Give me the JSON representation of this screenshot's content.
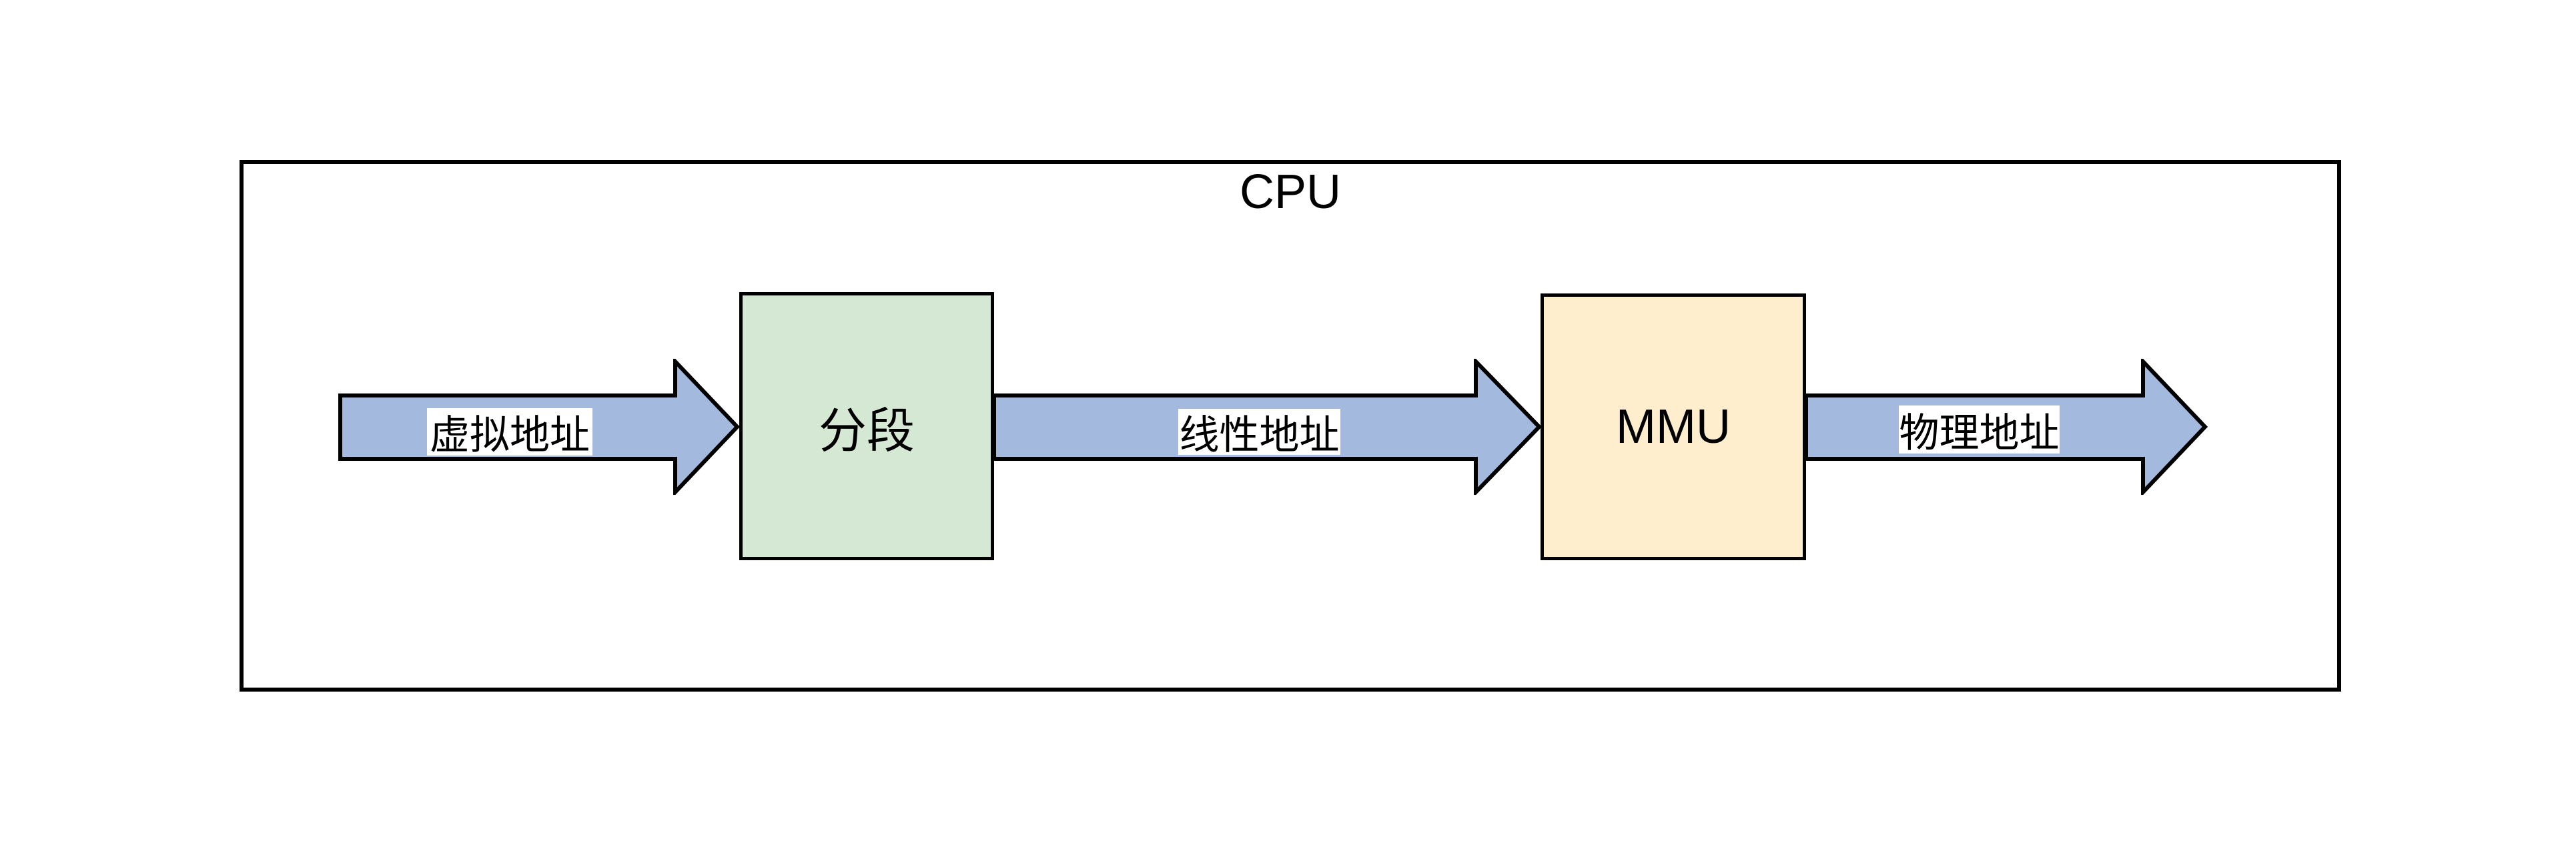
{
  "diagram": {
    "container": {
      "label": "CPU"
    },
    "nodes": [
      {
        "id": "segmentation",
        "label": "分段"
      },
      {
        "id": "mmu",
        "label": "MMU"
      }
    ],
    "arrows": [
      {
        "id": "virtual-address",
        "label": "虚拟地址"
      },
      {
        "id": "linear-address",
        "label": "线性地址"
      },
      {
        "id": "physical-address",
        "label": "物理地址"
      }
    ]
  },
  "colors": {
    "canvas_bg": "#ffffff",
    "outline": "#000000",
    "arrow_fill": "#a3bade",
    "node_segmentation_fill": "#d5e8d4",
    "node_mmu_fill": "#ffeecd",
    "label_bg": "#ffffff"
  }
}
